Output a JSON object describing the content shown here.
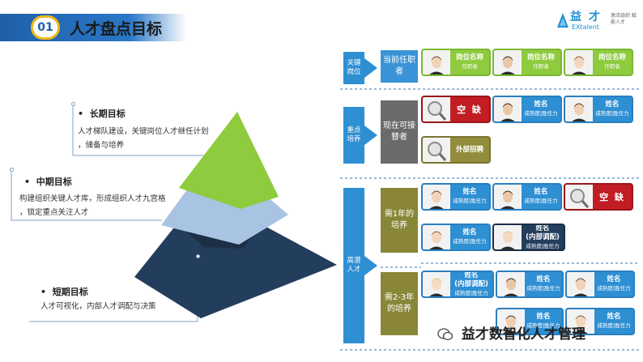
{
  "header": {
    "number": "01",
    "title": "人才盘点目标"
  },
  "logo": {
    "name_zh": "益 才",
    "name_en": "EXtalent",
    "slogan": "激活组织 赋能人才"
  },
  "goals": {
    "long": {
      "title": "长期目标",
      "desc1": "人才梯队建设，关键岗位人才继任计划",
      "desc2": "，储备与培养"
    },
    "mid": {
      "title": "中期目标",
      "desc1": "构建组织关键人才库，形成组织人才九宫格",
      "desc2": "，锁定重点关注人才"
    },
    "short": {
      "title": "短期目标",
      "desc1": "人才可视化，内部人才调配与决策"
    }
  },
  "side_labels": {
    "key": "关键岗位",
    "focus": "重点培养",
    "potential": "高潜人才"
  },
  "rows": {
    "current": "当前任职者",
    "ready": "现在可接替者",
    "one_year": "需1年的培养",
    "two_three": "需2-3年的培养"
  },
  "cards": {
    "position_name": "岗位名称",
    "incumbent": "任职者",
    "name": "姓名",
    "metrics": "成熟度|胜任力",
    "vacancy": "空 缺",
    "external": "外部招聘",
    "internal": "(内部调配)"
  },
  "watermark": "益才数智化人才管理",
  "colors": {
    "blue": "#2e8fd3",
    "green": "#8ecb3e",
    "olive": "#928d3c",
    "red": "#c21d24",
    "gray": "#6b6b6b",
    "navy": "#233d5c",
    "darkolive": "#8c843a"
  }
}
